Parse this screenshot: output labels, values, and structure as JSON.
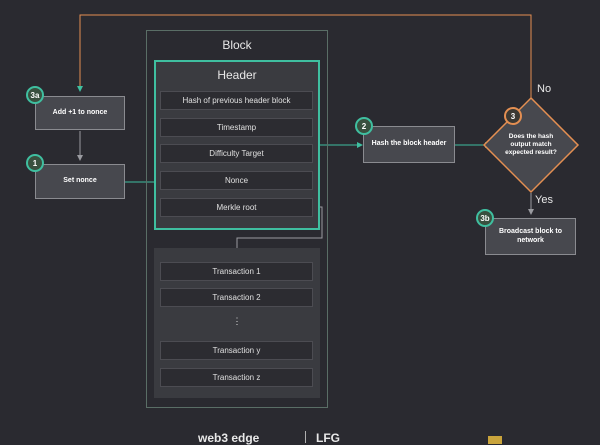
{
  "diagram": {
    "block_title": "Block",
    "header_title": "Header",
    "header_fields": [
      "Hash of previous header block",
      "Timestamp",
      "Difficulty Target",
      "Nonce",
      "Merkle root"
    ],
    "transactions": [
      "Transaction 1",
      "Transaction 2",
      "Transaction y",
      "Transaction z"
    ],
    "ellipsis": "⋮",
    "nodes": {
      "add_nonce": {
        "badge": "3a",
        "label": "Add +1 to nonce"
      },
      "set_nonce": {
        "badge": "1",
        "label": "Set nonce"
      },
      "hash_header": {
        "badge": "2",
        "label": "Hash the block header"
      },
      "decision": {
        "badge": "3",
        "label": "Does the hash output match expected result?"
      },
      "broadcast": {
        "badge": "3b",
        "label": "Broadcast block to network"
      }
    },
    "edge_labels": {
      "no": "No",
      "yes": "Yes"
    },
    "colors": {
      "accent": "#3fbfa0",
      "decision": "#e48f52",
      "background": "#2a2a30"
    }
  },
  "footer": {
    "left_text": "web3 edge",
    "right_text": "LFG"
  }
}
